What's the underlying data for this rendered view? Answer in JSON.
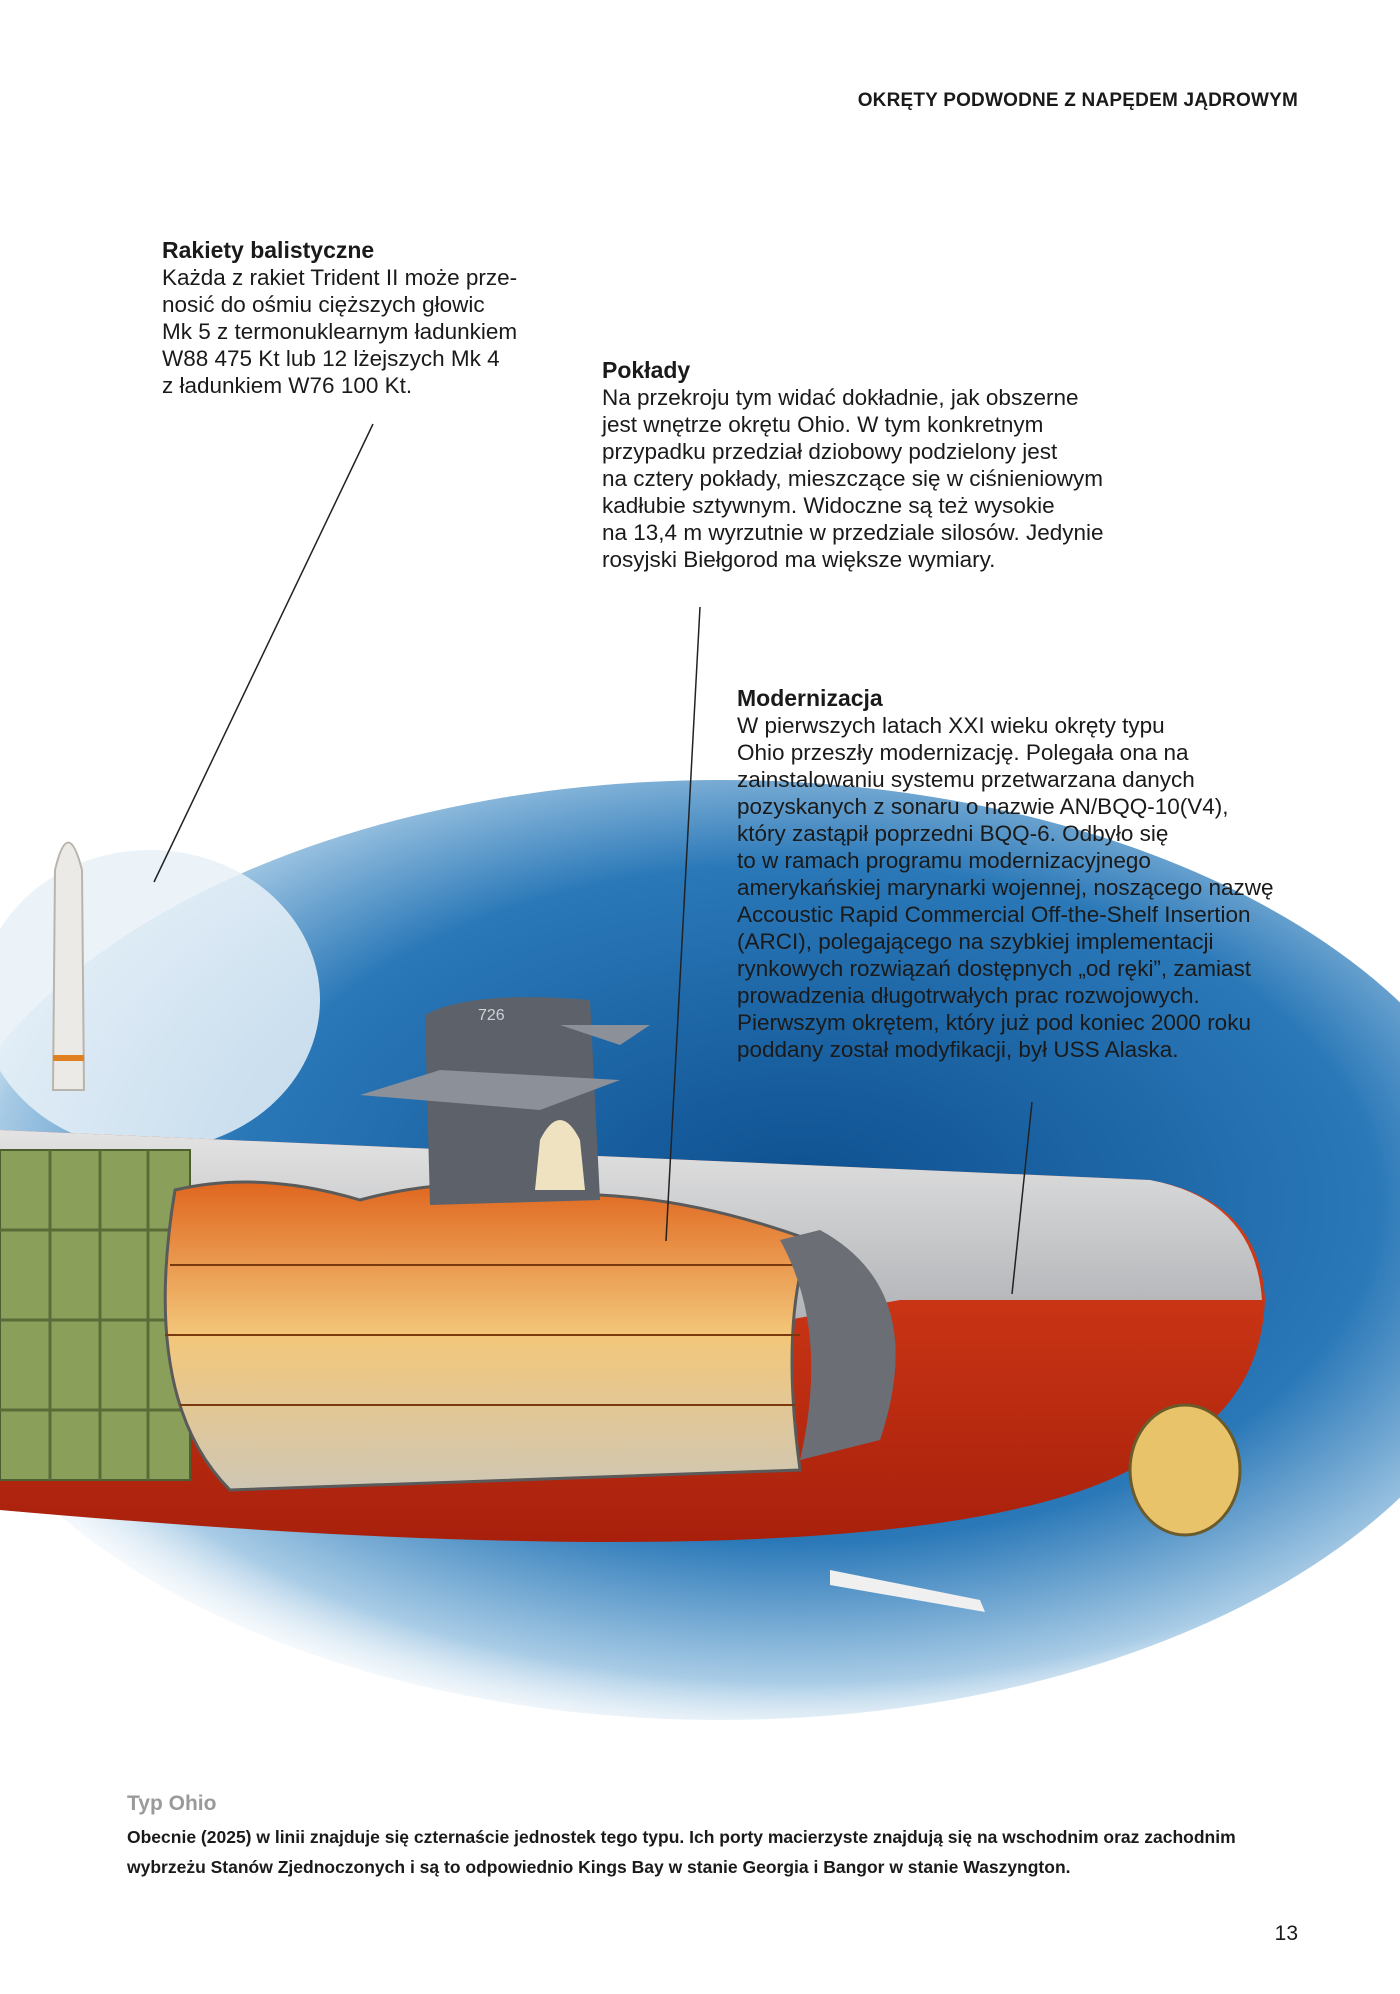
{
  "header": {
    "title": "OKRĘTY PODWODNE Z NAPĘDEM JĄDROWYM"
  },
  "blocks": [
    {
      "title": "Rakiety balistyczne",
      "lines": [
        "Każda z rakiet Trident II może prze-",
        "nosić do ośmiu cięższych głowic",
        "Mk 5 z termonuklearnym ładunkiem",
        "W88 475 Kt lub 12 lżejszych Mk 4",
        "z ładunkiem W76 100 Kt."
      ]
    },
    {
      "title": "Pokłady",
      "lines": [
        "Na przekroju tym widać dokładnie, jak obszerne",
        "jest wnętrze okrętu Ohio. W tym konkretnym",
        "przypadku przedział dziobowy podzielony jest",
        "na cztery pokłady, mieszczące się w ciśnieniowym",
        "kadłubie sztywnym. Widoczne są też wysokie",
        "na 13,4 m wyrzutnie w przedziale silosów. Jedynie",
        "rosyjski Biełgorod ma większe wymiary."
      ]
    },
    {
      "title": "Modernizacja",
      "lines": [
        "W pierwszych latach XXI wieku okręty typu",
        "Ohio przeszły modernizację. Polegała ona na",
        "zainstalowaniu systemu przetwarzana danych",
        "pozyskanych z sonaru o nazwie AN/BQQ-10(V4),",
        "który zastąpił poprzedni BQQ-6. Odbyło się",
        "to w ramach programu modernizacyjnego",
        "amerykańskiej marynarki wojennej, noszącego nazwę",
        "Accoustic Rapid Commercial Off-the-Shelf Insertion",
        "(ARCI), polegającego na szybkiej implementacji",
        "rynkowych rozwiązań dostępnych „od ręki”, zamiast",
        "prowadzenia długotrwałych prac rozwojowych.",
        "Pierwszym okrętem, który już pod koniec 2000 roku",
        "poddany został modyfikacji, był USS Alaska."
      ]
    }
  ],
  "illustration": {
    "hull_number": "726"
  },
  "caption": {
    "title": "Typ Ohio",
    "lines": [
      "Obecnie (2025) w linii znajduje się czternaście jednostek tego typu. Ich porty macierzyste znajdują się na wschodnim oraz zachodnim",
      "wybrzeżu Stanów Zjednoczonych i są to odpowiednio Kings Bay w stanie Georgia i Bangor w stanie Waszyngton."
    ]
  },
  "page_number": "13"
}
